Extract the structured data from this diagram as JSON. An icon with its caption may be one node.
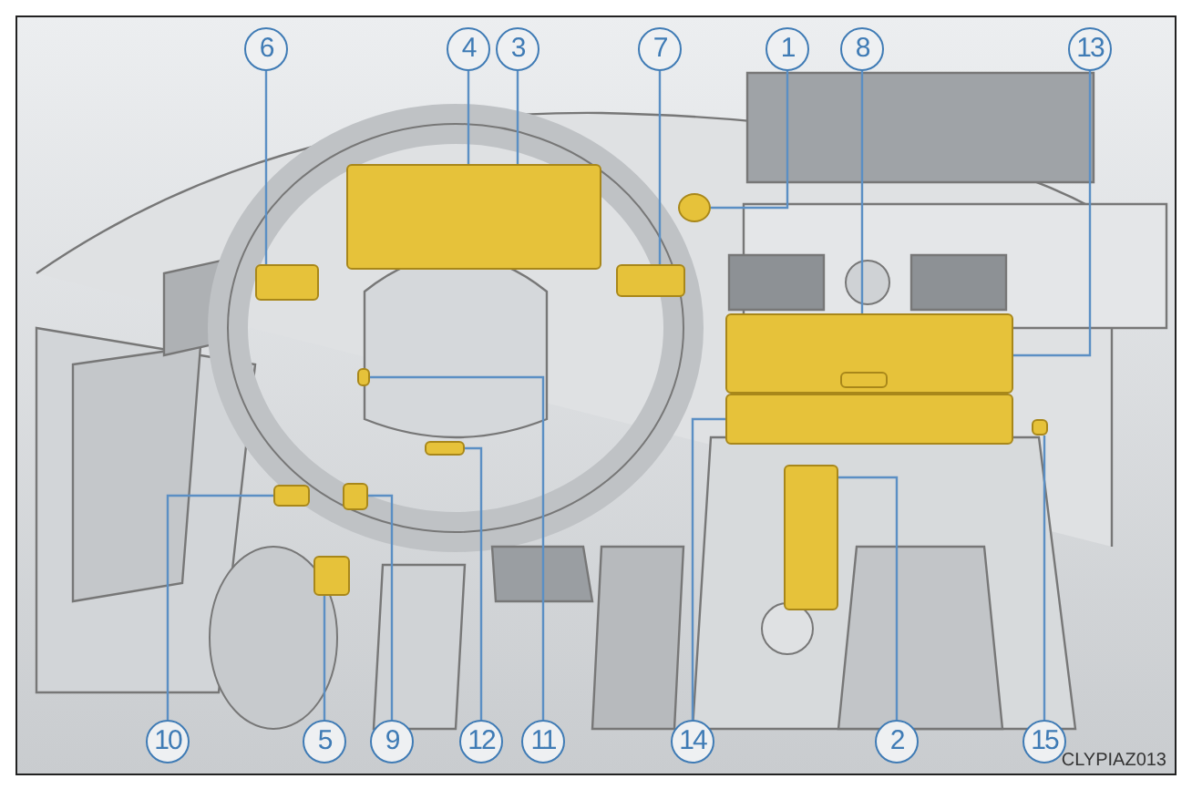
{
  "diagram": {
    "nodes": [
      {
        "text": [
          "6"
        ]
      },
      {
        "text": [
          "4"
        ]
      },
      {
        "text": [
          "3"
        ]
      },
      {
        "text": [
          "7"
        ]
      },
      {
        "text": [
          "1"
        ]
      },
      {
        "text": [
          "8"
        ]
      },
      {
        "text": [
          "13"
        ]
      },
      {
        "text": [
          "10"
        ]
      },
      {
        "text": [
          "5"
        ]
      },
      {
        "text": [
          "9"
        ]
      },
      {
        "text": [
          "12"
        ]
      },
      {
        "text": [
          "11"
        ]
      },
      {
        "text": [
          "14"
        ]
      },
      {
        "text": [
          "2"
        ]
      },
      {
        "text": [
          "15"
        ]
      },
      {
        "text": [],
        "shape": "box"
      },
      {
        "text": [],
        "shape": "box"
      },
      {
        "text": [],
        "shape": "box"
      },
      {
        "text": [],
        "shape": "box"
      },
      {
        "text": [],
        "shape": "box"
      },
      {
        "text": [],
        "shape": "box"
      },
      {
        "text": [],
        "shape": "box"
      },
      {
        "text": [],
        "shape": "box"
      },
      {
        "text": [],
        "shape": "circle"
      },
      {
        "text": [],
        "shape": "box"
      },
      {
        "text": [],
        "shape": "box"
      },
      {
        "text": [],
        "shape": "box"
      },
      {
        "text": [],
        "shape": "box",
        "in": 24
      },
      {
        "text": [],
        "shape": "box"
      }
    ],
    "edges": [
      {
        "from": 0,
        "to": 15,
        "arrow": "none"
      },
      {
        "from": 1,
        "to": 20,
        "arrow": "none"
      },
      {
        "from": 2,
        "to": 20,
        "arrow": "none"
      },
      {
        "from": 3,
        "to": 22,
        "arrow": "none"
      },
      {
        "from": 4,
        "to": 23,
        "arrow": "none"
      },
      {
        "from": 5,
        "to": 27,
        "arrow": "none"
      },
      {
        "from": 6,
        "to": 24,
        "arrow": "none"
      },
      {
        "from": 7,
        "to": 16,
        "arrow": "none"
      },
      {
        "from": 8,
        "to": 17,
        "arrow": "none"
      },
      {
        "from": 9,
        "to": 18,
        "arrow": "none"
      },
      {
        "from": 10,
        "to": 21,
        "arrow": "none"
      },
      {
        "from": 11,
        "to": 19,
        "arrow": "none"
      },
      {
        "from": 12,
        "to": 25,
        "arrow": "none"
      },
      {
        "from": 13,
        "to": 26,
        "arrow": "none"
      },
      {
        "from": 14,
        "to": 28,
        "arrow": "none"
      }
    ],
    "labels": [
      "CLYPIAZ013"
    ]
  }
}
